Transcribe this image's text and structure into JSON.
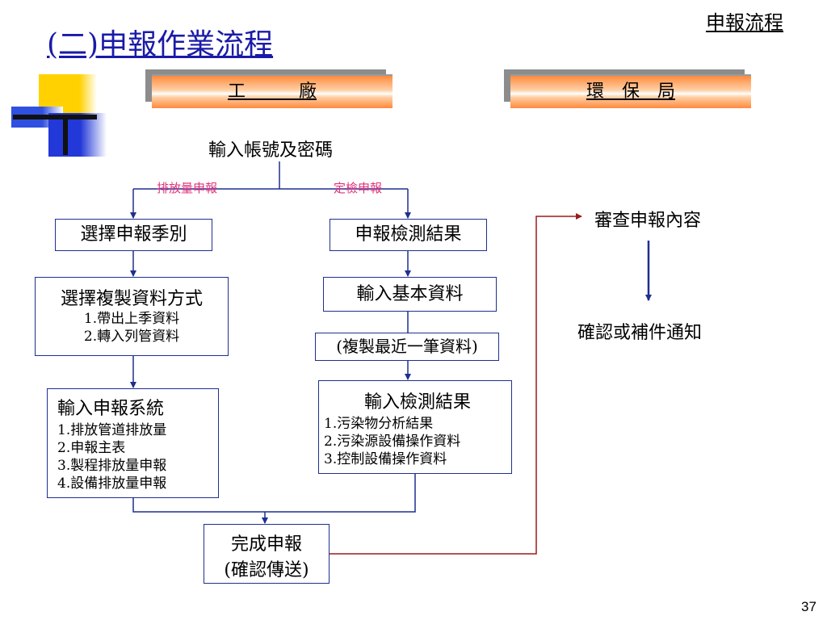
{
  "slide": {
    "title": "(二)申報作業流程",
    "top_link": "申報流程",
    "page_number": "37"
  },
  "headers": {
    "factory": "工　　　廠",
    "epa": "環　保　局"
  },
  "flow": {
    "login": "輸入帳號及密碼",
    "branch_left": "排放量申報",
    "branch_right": "定檢申報",
    "select_season": "選擇申報季別",
    "report_test": "申報檢測結果",
    "copy_method": {
      "title": "選擇複製資料方式",
      "items": [
        "1.帶出上季資料",
        "2.轉入列管資料"
      ]
    },
    "basic_data": "輸入基本資料",
    "copy_recent": "(複製最近一筆資料)",
    "input_system": {
      "title": "輸入申報系統",
      "items": [
        "1.排放管道排放量",
        "2.申報主表",
        "3.製程排放量申報",
        "4.設備排放量申報"
      ]
    },
    "input_test": {
      "title": "輸入檢測結果",
      "items": [
        "1.污染物分析結果",
        "2.污染源設備操作資料",
        "3.控制設備操作資料"
      ]
    },
    "complete": {
      "line1": "完成申報",
      "line2": "(確認傳送)"
    },
    "review": "審查申報內容",
    "notify": "確認或補件通知"
  },
  "colors": {
    "box_border": "#1f2f8f",
    "arrow": "#1f2f8f",
    "red_connector": "#9b1b1b",
    "branch_label": "#e0307a",
    "title": "#1a1aa8"
  }
}
